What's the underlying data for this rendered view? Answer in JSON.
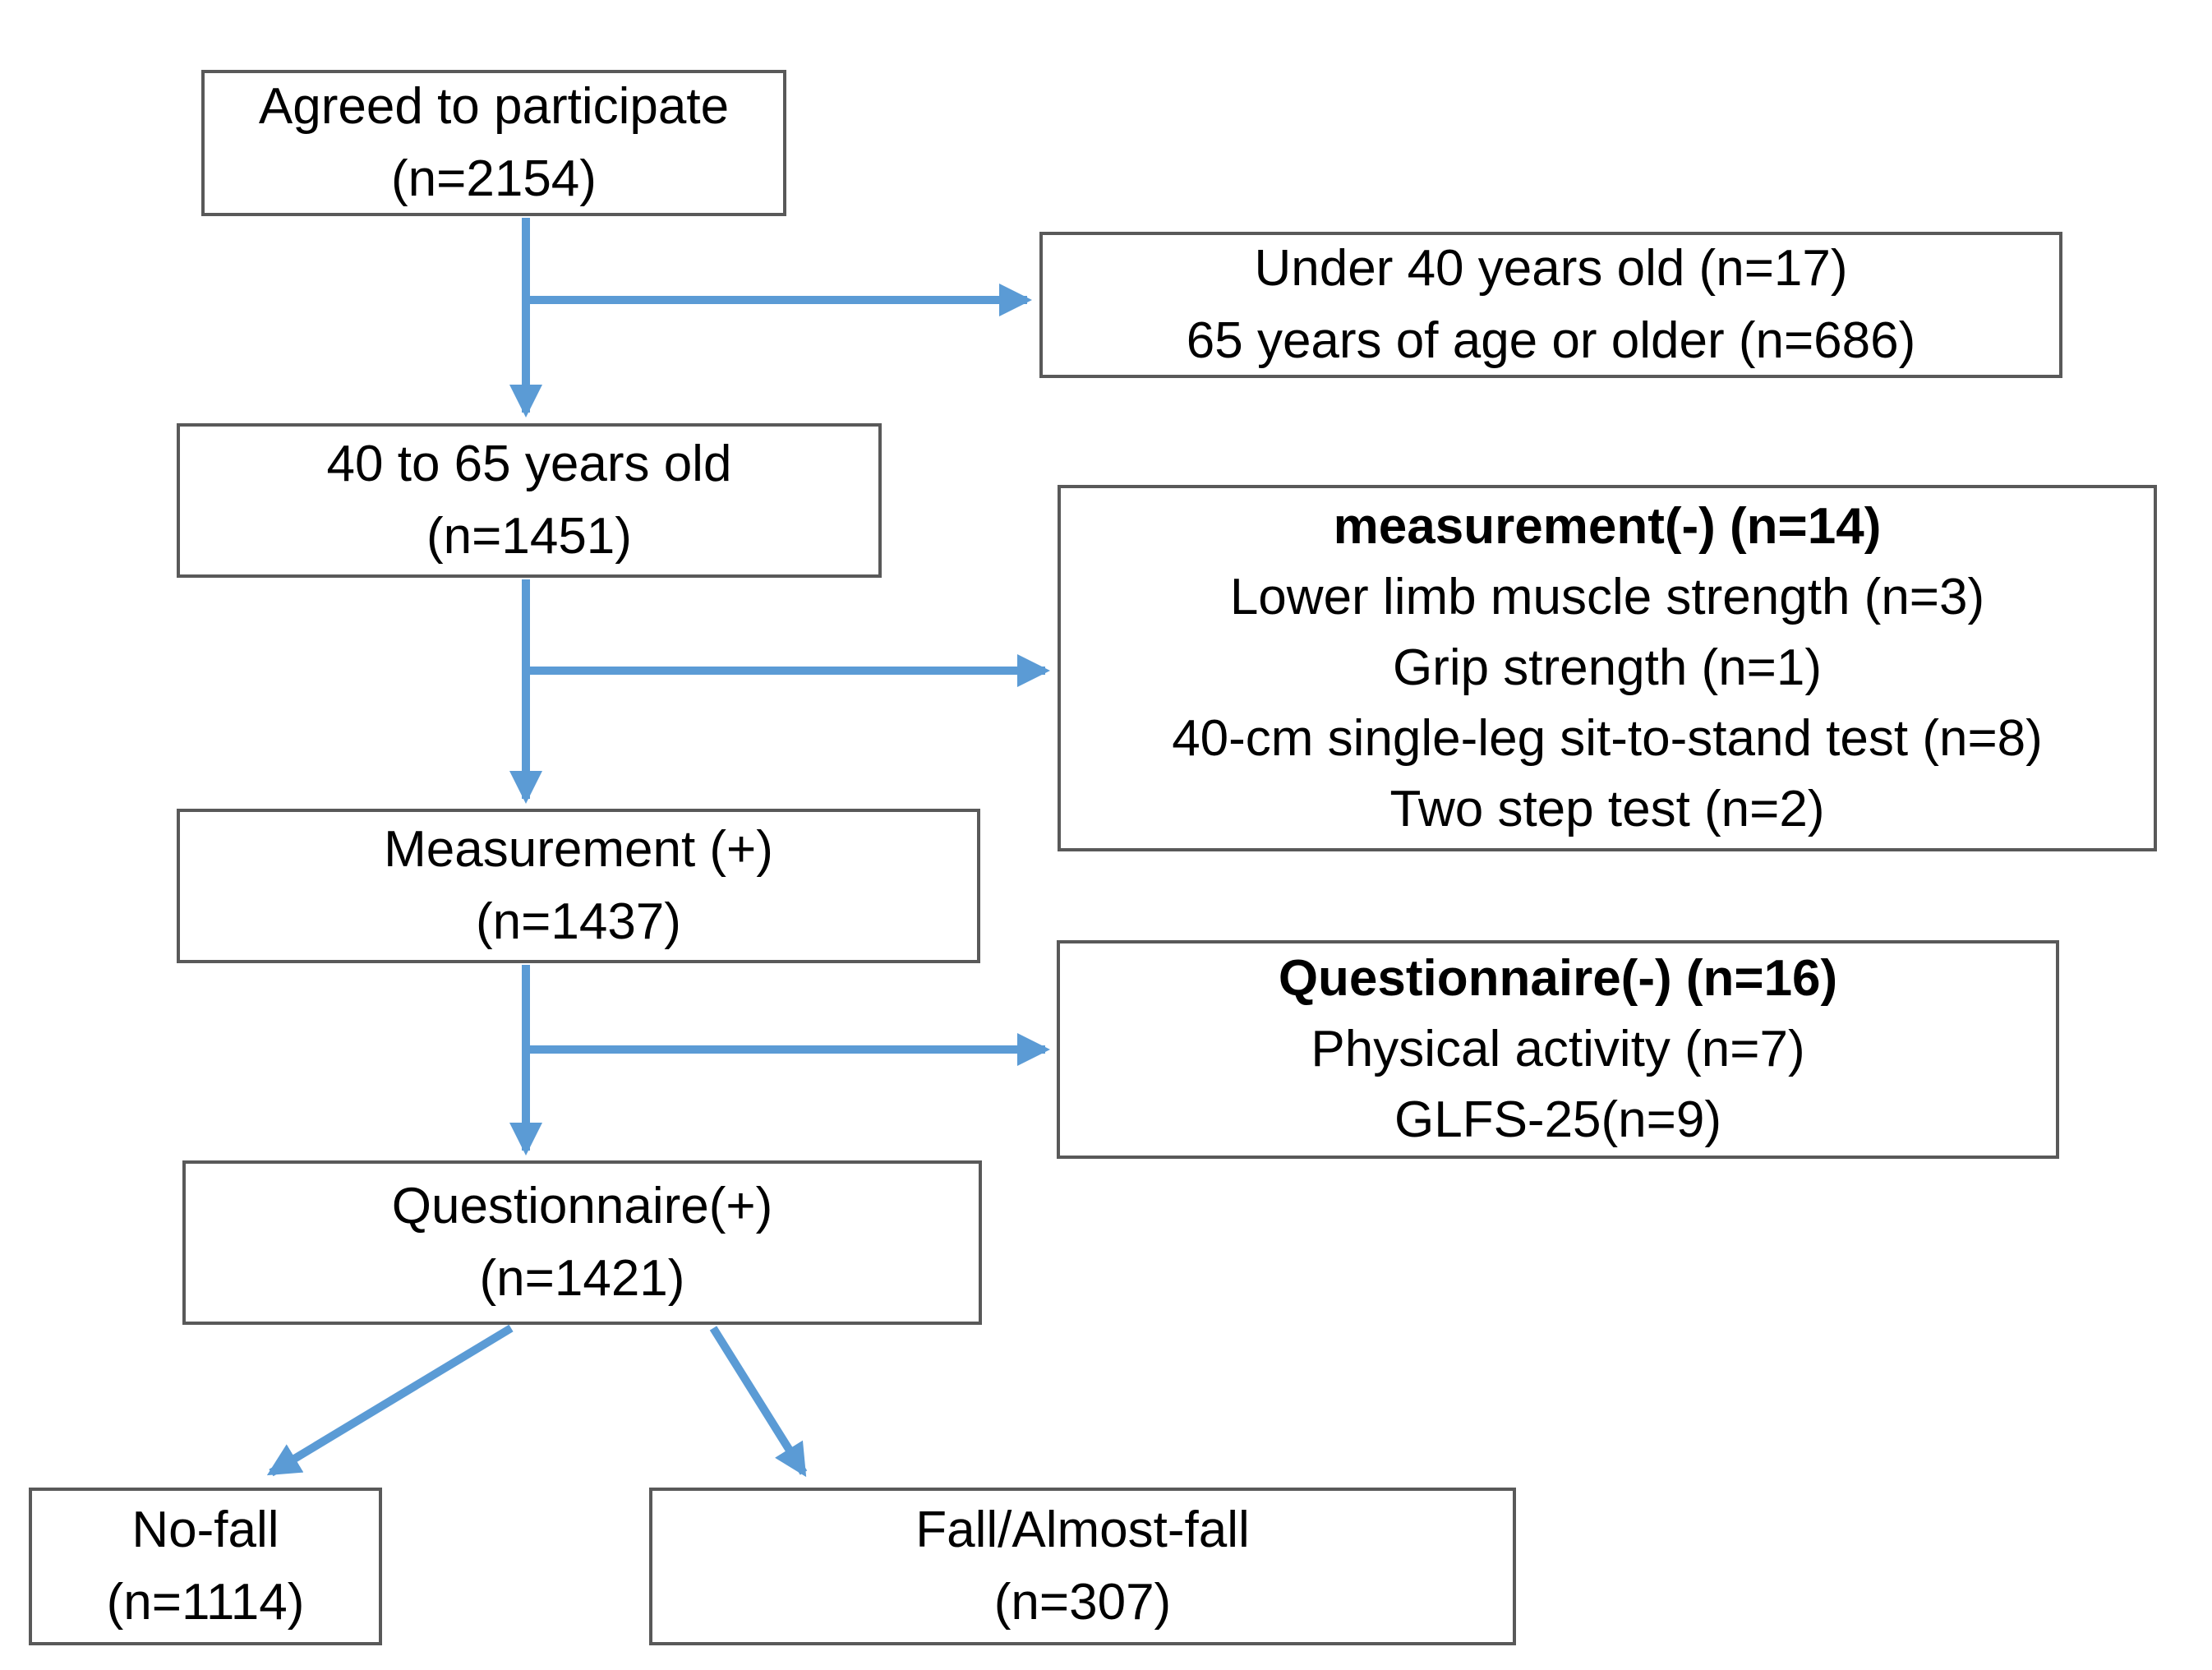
{
  "figure": {
    "type": "flowchart",
    "colors": {
      "background": "#ffffff",
      "arrow": "#5B9BD5",
      "box_border": "#595959",
      "text": "#000000"
    },
    "boxes": {
      "agreed": {
        "lines": [
          "Agreed to participate",
          "(n=2154)"
        ]
      },
      "excluded_age": {
        "lines": [
          "Under 40 years old (n=17)",
          "65 years of age or older (n=686)"
        ]
      },
      "age_40_65": {
        "lines": [
          "40 to 65 years old",
          "(n=1451)"
        ]
      },
      "measurement_excluded": {
        "header": "measurement(-) (n=14)",
        "lines": [
          "Lower limb muscle strength (n=3)",
          "Grip strength (n=1)",
          "40-cm single-leg sit-to-stand test (n=8)",
          "Two step test (n=2)"
        ]
      },
      "measurement_plus": {
        "lines": [
          "Measurement (+)",
          "(n=1437)"
        ]
      },
      "questionnaire_excluded": {
        "header": "Questionnaire(-) (n=16)",
        "lines": [
          "Physical activity (n=7)",
          "GLFS-25(n=9)"
        ]
      },
      "questionnaire_plus": {
        "lines": [
          "Questionnaire(+)",
          "(n=1421)"
        ]
      },
      "no_fall": {
        "lines": [
          "No-fall",
          "(n=1114)"
        ]
      },
      "fall": {
        "lines": [
          "Fall/Almost-fall",
          "(n=307)"
        ]
      }
    }
  }
}
